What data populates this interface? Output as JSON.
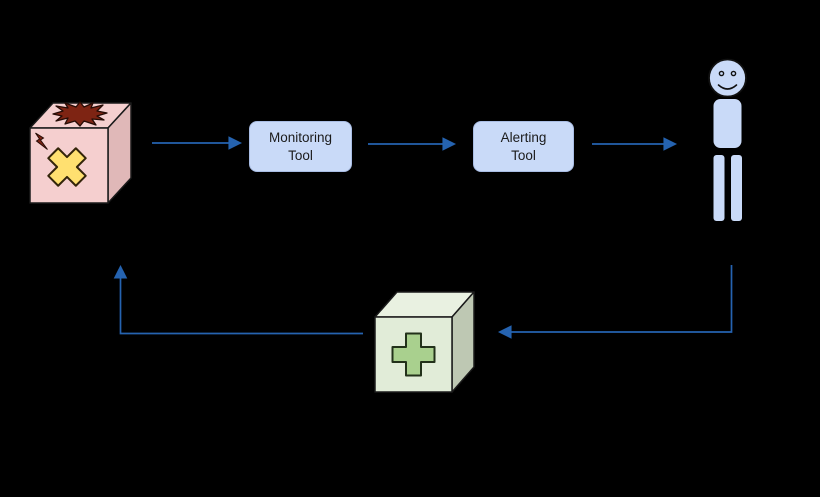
{
  "diagram": {
    "background_color": "#000000",
    "arrow_color": "#2563b0",
    "nodes": {
      "broken_system": {
        "type": "cube-3d",
        "front_fill": "#f5cfcf",
        "top_fill": "#f5cfcf",
        "side_fill": "#e0b8b8",
        "explosion_fill": "#7e2413",
        "bolt_fill": "#7e2413",
        "cross_fill": "#ffe070"
      },
      "monitoring_tool": {
        "type": "rounded-box",
        "label": "Monitoring\nTool",
        "fill": "#c9daf8"
      },
      "alerting_tool": {
        "type": "rounded-box",
        "label": "Alerting\nTool",
        "fill": "#c9daf8"
      },
      "operator": {
        "type": "person",
        "fill": "#c9daf8"
      },
      "fix_action": {
        "type": "cube-3d",
        "front_fill": "#e1ecd8",
        "top_fill": "#e9f1e1",
        "side_fill": "#bec8b3",
        "plus_fill": "#a9d08e"
      }
    },
    "edges": [
      {
        "from": "broken_system",
        "to": "monitoring_tool"
      },
      {
        "from": "monitoring_tool",
        "to": "alerting_tool"
      },
      {
        "from": "alerting_tool",
        "to": "operator"
      },
      {
        "from": "operator",
        "to": "fix_action"
      },
      {
        "from": "fix_action",
        "to": "broken_system"
      }
    ]
  }
}
